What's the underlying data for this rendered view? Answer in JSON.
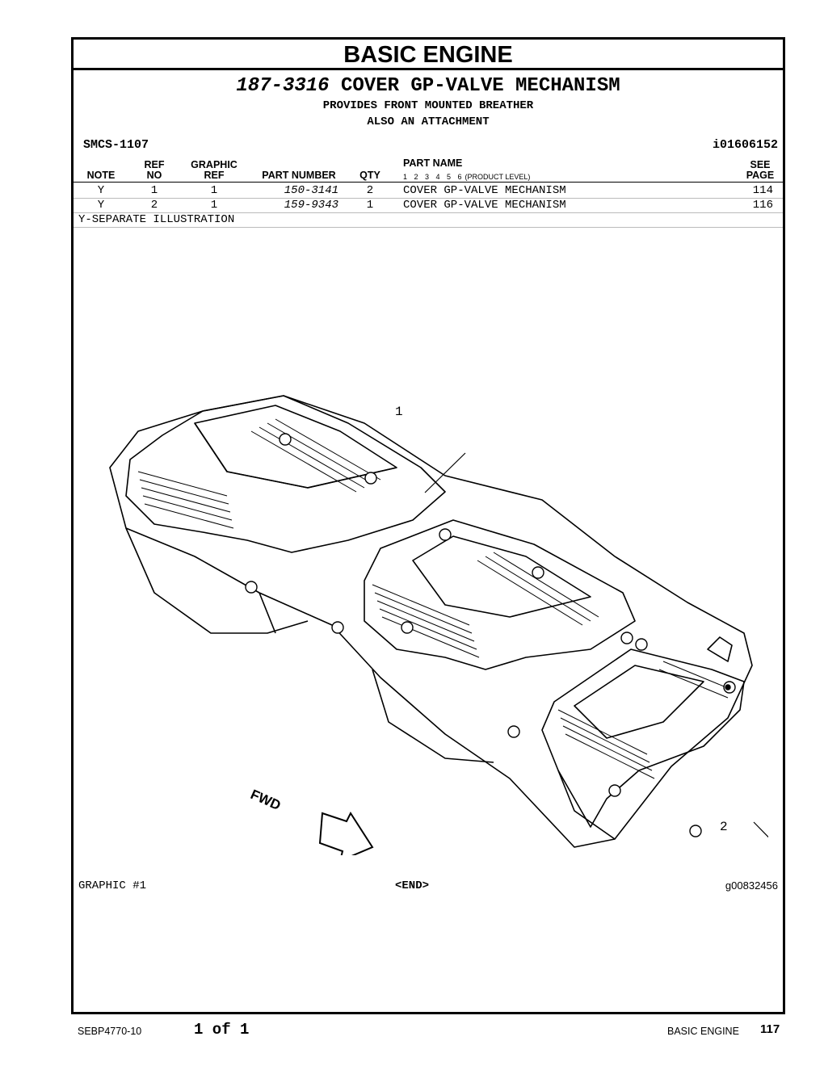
{
  "section_title": "BASIC ENGINE",
  "part": {
    "number": "187-3316",
    "name": "COVER GP-VALVE MECHANISM",
    "notes": [
      "PROVIDES FRONT MOUNTED BREATHER",
      "ALSO AN ATTACHMENT"
    ],
    "smcs": "SMCS-1107",
    "illustration_id": "i01606152"
  },
  "table": {
    "headers": {
      "note": "NOTE",
      "ref_no_1": "REF",
      "ref_no_2": "NO",
      "graphic_ref_1": "GRAPHIC",
      "graphic_ref_2": "REF",
      "part_number": "PART NUMBER",
      "qty": "QTY",
      "part_name": "PART NAME",
      "product_levels": "1 2 3 4 5 6",
      "product_level_label": "(PRODUCT LEVEL)",
      "see_page_1": "SEE",
      "see_page_2": "PAGE"
    },
    "rows": [
      {
        "note": "Y",
        "ref_no": "1",
        "graphic_ref": "1",
        "part_number": "150-3141",
        "qty": "2",
        "part_name": "COVER GP-VALVE MECHANISM",
        "see_page": "114"
      },
      {
        "note": "Y",
        "ref_no": "2",
        "graphic_ref": "1",
        "part_number": "159-9343",
        "qty": "1",
        "part_name": "COVER GP-VALVE MECHANISM",
        "see_page": "116"
      }
    ],
    "footnote": "Y-SEPARATE ILLUSTRATION"
  },
  "graphic": {
    "callouts": [
      "1",
      "2"
    ],
    "fwd_label": "FWD",
    "caption_left": "GRAPHIC #1",
    "caption_center": "<END>",
    "caption_right": "g00832456"
  },
  "footer": {
    "doc_id": "SEBP4770-10",
    "page_of": "1 of 1",
    "section": "BASIC ENGINE",
    "page_number": "117"
  }
}
